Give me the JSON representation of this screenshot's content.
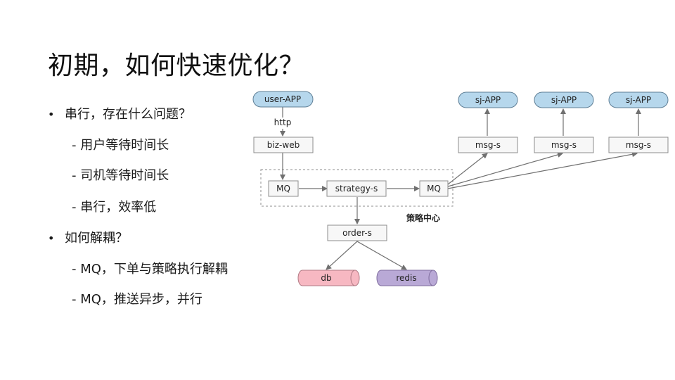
{
  "title": "初期，如何快速优化？",
  "bullets": [
    {
      "text": "串行，存在什么问题？",
      "level": 1
    },
    {
      "text": "- 用户等待时间长",
      "level": 2
    },
    {
      "text": "- 司机等待时间长",
      "level": 2
    },
    {
      "text": "- 串行，效率低",
      "level": 2
    },
    {
      "text": "如何解耦？",
      "level": 1
    },
    {
      "text": "- MQ，下单与策略执行解耦",
      "level": 2
    },
    {
      "text": "- MQ，推送异步，并行",
      "level": 2
    }
  ],
  "bullet_glyph": "•",
  "diagram": {
    "user_app": "user-APP",
    "http": "http",
    "biz_web": "biz-web",
    "mq_in": "MQ",
    "strategy": "strategy-s",
    "mq_out": "MQ",
    "strategy_center": "策略中心",
    "order": "order-s",
    "db": "db",
    "redis": "redis",
    "msg_s": [
      "msg-s",
      "msg-s",
      "msg-s"
    ],
    "sj_app": [
      "sj-APP",
      "sj-APP",
      "sj-APP"
    ],
    "colors": {
      "app_fill": "#b6d7ec",
      "app_stroke": "#5f7f96",
      "db_fill": "#f7b8c2",
      "db_stroke": "#b07a84",
      "redis_fill": "#b9a9d6",
      "redis_stroke": "#7f6d9e"
    }
  }
}
